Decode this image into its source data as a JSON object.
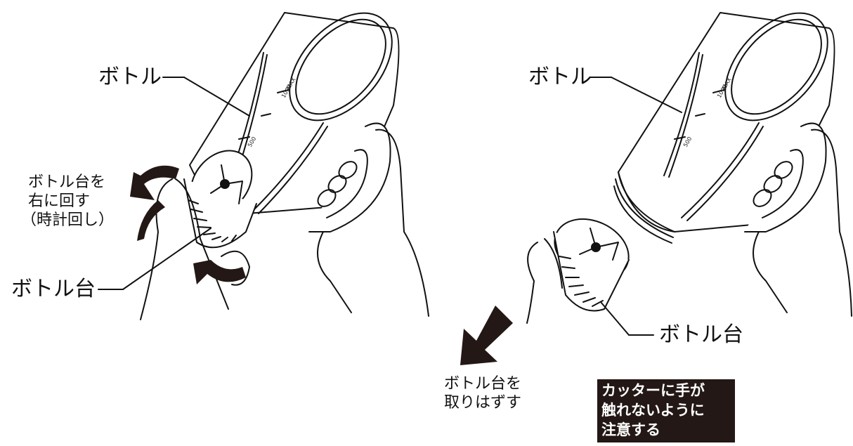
{
  "left_panel": {
    "bottle_label": "ボトル",
    "base_label": "ボトル台",
    "instruction_lines": [
      "ボトル台を",
      "右に回す",
      "（時計回し）"
    ],
    "bottle_marks": {
      "max": "MAX",
      "max_value": "1000",
      "half_value": "500"
    }
  },
  "right_panel": {
    "bottle_label": "ボトル",
    "base_label": "ボトル台",
    "instruction_lines": [
      "ボトル台を",
      "取りはずす"
    ],
    "bottle_marks": {
      "max": "MAX",
      "max_value": "1000",
      "half_value": "500"
    },
    "warning_lines": [
      "カッターに手が",
      "触れないように",
      "注意する"
    ]
  },
  "colors": {
    "line": "#111111",
    "arrow": "#231815",
    "warning_bg": "#231815",
    "warning_text": "#ffffff"
  }
}
